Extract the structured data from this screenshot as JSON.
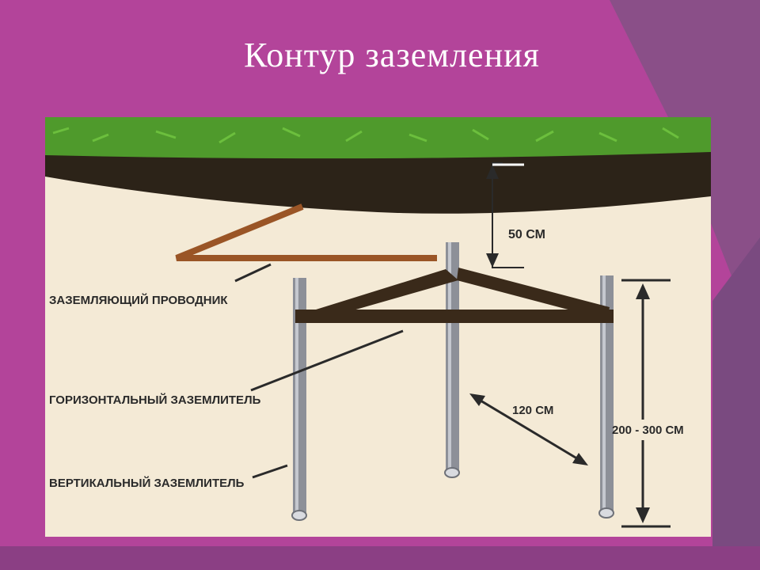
{
  "slide": {
    "title": "Контур заземления",
    "colors": {
      "background": "#b3449a",
      "accent": "#7e4c85",
      "grass": "#4f9a2c",
      "soil": "#2c2318",
      "sand": "#f4ead6",
      "grounding_conductor": "#9a5526",
      "horizontal_electrode": "#3a2a1a",
      "vertical_electrode": "#8d9098"
    }
  },
  "diagram": {
    "labels": {
      "grounding_conductor": "ЗАЗЕМЛЯЮЩИЙ ПРОВОДНИК",
      "horizontal_electrode": "ГОРИЗОНТАЛЬНЫЙ ЗАЗЕМЛИТЕЛЬ",
      "vertical_electrode": "ВЕРТИКАЛЬНЫЙ ЗАЗЕМЛИТЕЛЬ"
    },
    "dimensions": {
      "depth": "50 СМ",
      "spacing": "120 СМ",
      "rod_length": "200 - 300 СМ"
    }
  }
}
